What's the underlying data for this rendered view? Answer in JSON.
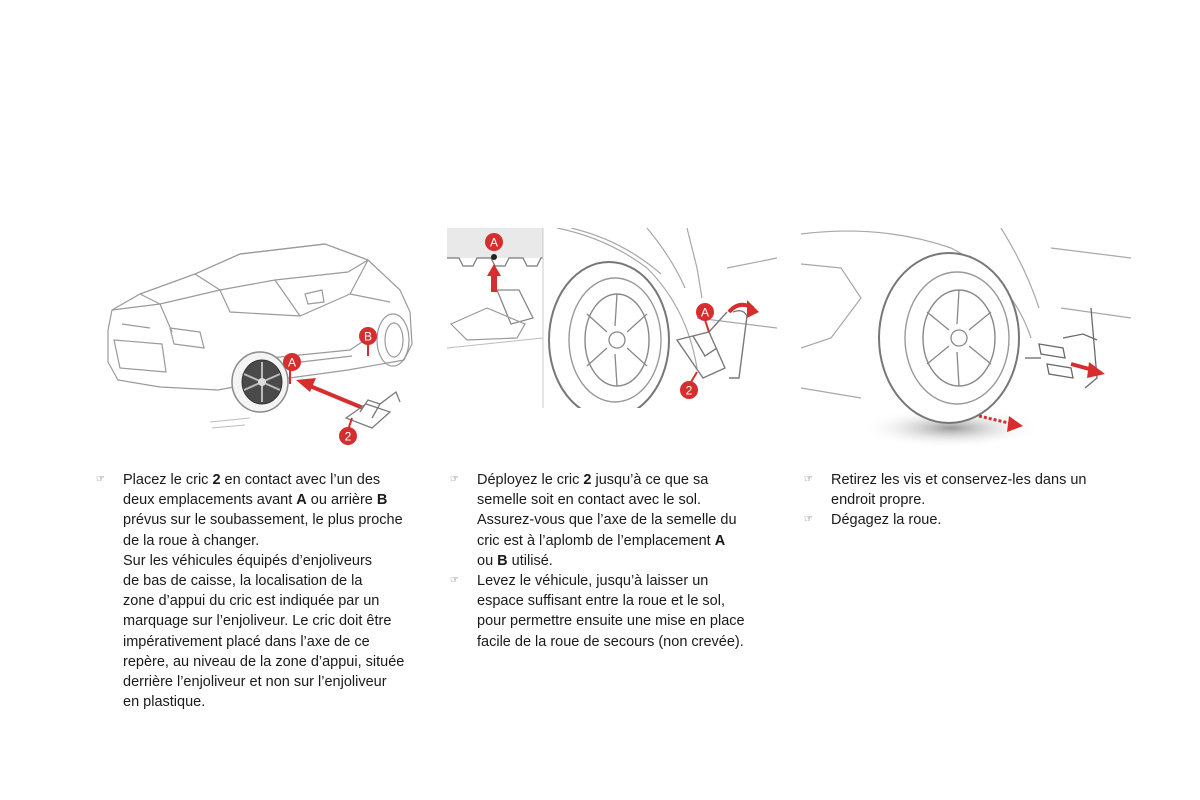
{
  "figures": {
    "fig1": {
      "labels": {
        "a": "A",
        "b": "B",
        "jack": "2"
      }
    },
    "fig2": {
      "labels": {
        "a_top": "A",
        "a_jack": "A",
        "jack": "2"
      }
    },
    "fig3": {}
  },
  "colors": {
    "accent_red": "#d62e2e",
    "line_gray": "#9a9a9a",
    "text": "#1a1a1a"
  },
  "bullet_icon": "hand-pointer-icon",
  "columns": [
    {
      "items": [
        {
          "lines": [
            [
              {
                "t": "Placez le cric "
              },
              {
                "t": "2",
                "b": true
              },
              {
                "t": " en contact avec l’un des"
              }
            ],
            [
              {
                "t": "deux emplacements avant "
              },
              {
                "t": "A",
                "b": true
              },
              {
                "t": " ou arrière "
              },
              {
                "t": "B",
                "b": true
              }
            ],
            [
              {
                "t": "prévus sur le soubassement, le plus proche"
              }
            ],
            [
              {
                "t": "de la roue à changer."
              }
            ],
            [
              {
                "t": "Sur les véhicules équipés d’enjoliveurs"
              }
            ],
            [
              {
                "t": "de bas de caisse, la localisation de la"
              }
            ],
            [
              {
                "t": "zone d’appui du cric est indiquée par un"
              }
            ],
            [
              {
                "t": "marquage sur l’enjoliveur. Le cric doit être"
              }
            ],
            [
              {
                "t": "impérativement placé dans l’axe de ce"
              }
            ],
            [
              {
                "t": "repère, au niveau de la zone d’appui, située"
              }
            ],
            [
              {
                "t": "derrière l’enjoliveur et non sur l’enjoliveur"
              }
            ],
            [
              {
                "t": "en plastique."
              }
            ]
          ]
        }
      ]
    },
    {
      "items": [
        {
          "lines": [
            [
              {
                "t": "Déployez le cric "
              },
              {
                "t": "2",
                "b": true
              },
              {
                "t": " jusqu’à ce que sa"
              }
            ],
            [
              {
                "t": "semelle soit en contact avec le sol."
              }
            ],
            [
              {
                "t": "Assurez-vous que l’axe de la semelle du"
              }
            ],
            [
              {
                "t": "cric est à l’aplomb de l’emplacement "
              },
              {
                "t": "A",
                "b": true
              }
            ],
            [
              {
                "t": "ou "
              },
              {
                "t": "B",
                "b": true
              },
              {
                "t": " utilisé."
              }
            ]
          ]
        },
        {
          "lines": [
            [
              {
                "t": "Levez le véhicule, jusqu’à laisser un"
              }
            ],
            [
              {
                "t": "espace suffisant entre la roue et le sol,"
              }
            ],
            [
              {
                "t": "pour permettre ensuite une mise en place"
              }
            ],
            [
              {
                "t": "facile de la roue de secours (non crevée)."
              }
            ]
          ]
        }
      ]
    },
    {
      "items": [
        {
          "lines": [
            [
              {
                "t": "Retirez les vis et conservez-les dans un"
              }
            ],
            [
              {
                "t": "endroit propre."
              }
            ]
          ]
        },
        {
          "lines": [
            [
              {
                "t": "Dégagez la roue."
              }
            ]
          ]
        }
      ]
    }
  ]
}
